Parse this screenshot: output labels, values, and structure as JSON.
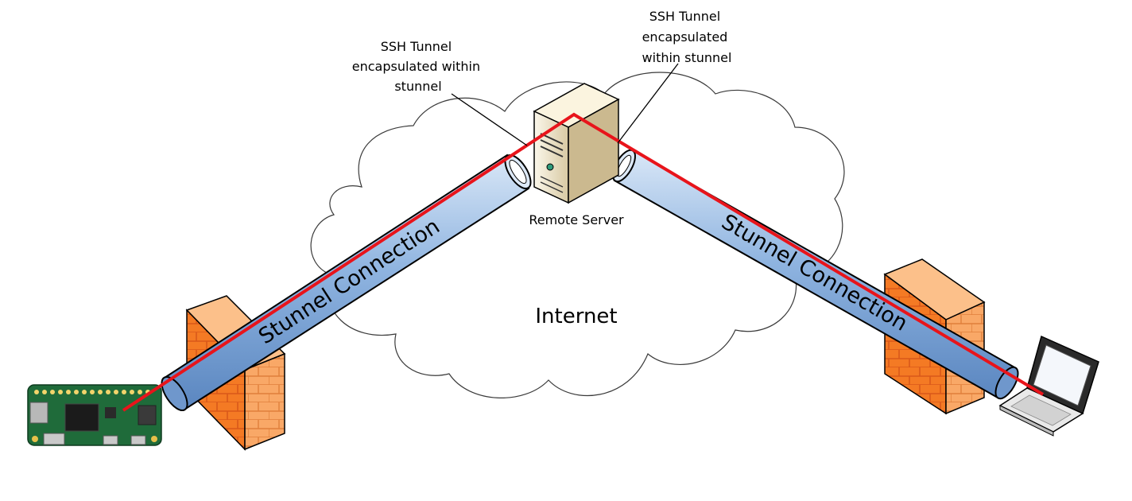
{
  "labels": {
    "ssh_left": [
      "SSH Tunnel",
      "encapsulated within",
      "stunnel"
    ],
    "ssh_right": [
      "SSH Tunnel",
      "encapsulated",
      "within stunnel"
    ],
    "remote_server": "Remote Server",
    "internet": "Internet",
    "tube_left": "Stunnel Connection",
    "tube_right": "Stunnel Connection"
  },
  "icons": {
    "client_board": "raspberry-pi-zero-icon",
    "left_firewall": "firewall-icon",
    "server": "server-tower-icon",
    "right_firewall": "firewall-icon",
    "laptop": "laptop-icon",
    "cloud": "cloud-icon"
  },
  "colors": {
    "tunnel_line": "#e8141b",
    "tube_fill": "#8fb4e0",
    "firewall_front": "#f47a24",
    "firewall_side": "#f9a867",
    "board_green": "#1f6b3a",
    "cloud_stroke": "#3a3a3a",
    "server_body": "#efe6cf"
  }
}
